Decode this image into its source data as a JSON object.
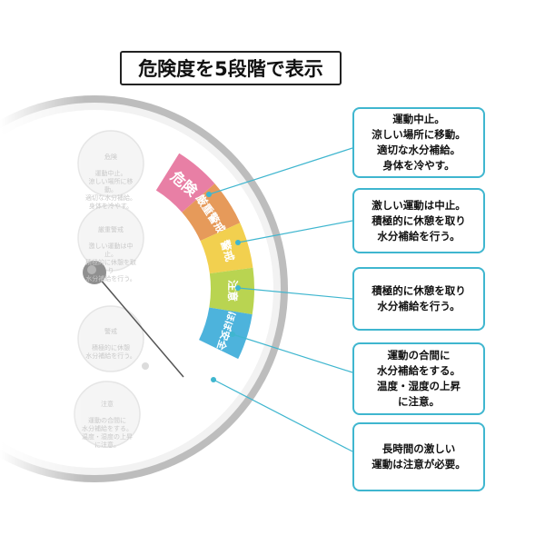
{
  "title": "危険度を5段階で表示",
  "levels": [
    {
      "label": "危険",
      "color": "#e87fa5",
      "description": "運動中止。\n涼しい場所に移動。\n適切な水分補給。\n身体を冷やす。"
    },
    {
      "label": "厳重警戒",
      "color": "#e69a5a",
      "description": "激しい運動は中止。\n積極的に休憩を取り\n水分補給を行う。"
    },
    {
      "label": "警戒",
      "color": "#f2d04f",
      "description": "積極的に休憩を取り\n水分補給を行う。"
    },
    {
      "label": "注意",
      "color": "#b9d451",
      "description": "運動の合間に\n水分補給をする。\n温度・湿度の上昇\nに注意。"
    },
    {
      "label": "ほぼ安全",
      "color": "#4db3dc",
      "description": "長時間の激しい\n運動は注意が必要。"
    }
  ],
  "faded_panel": [
    {
      "title": "危険",
      "text": "運動中止。\n涼しい場所に移動。\n適切な水分補給。\n身体を冷やす。"
    },
    {
      "title": "厳重警戒",
      "text": "激しい運動は中止。\n積極的に休憩を取り\n水分補給を行う。"
    },
    {
      "title": "警戒",
      "text": "積極的に休憩\n水分補給を行う。"
    },
    {
      "title": "注意",
      "text": "運動の合間に\n水分補給をする。\n温度・湿度の上昇\nに注意。"
    }
  ],
  "colors": {
    "callout_border": "#3fb6cf",
    "leader_line": "#3fb6cf",
    "rim": "#9e9e9e"
  }
}
